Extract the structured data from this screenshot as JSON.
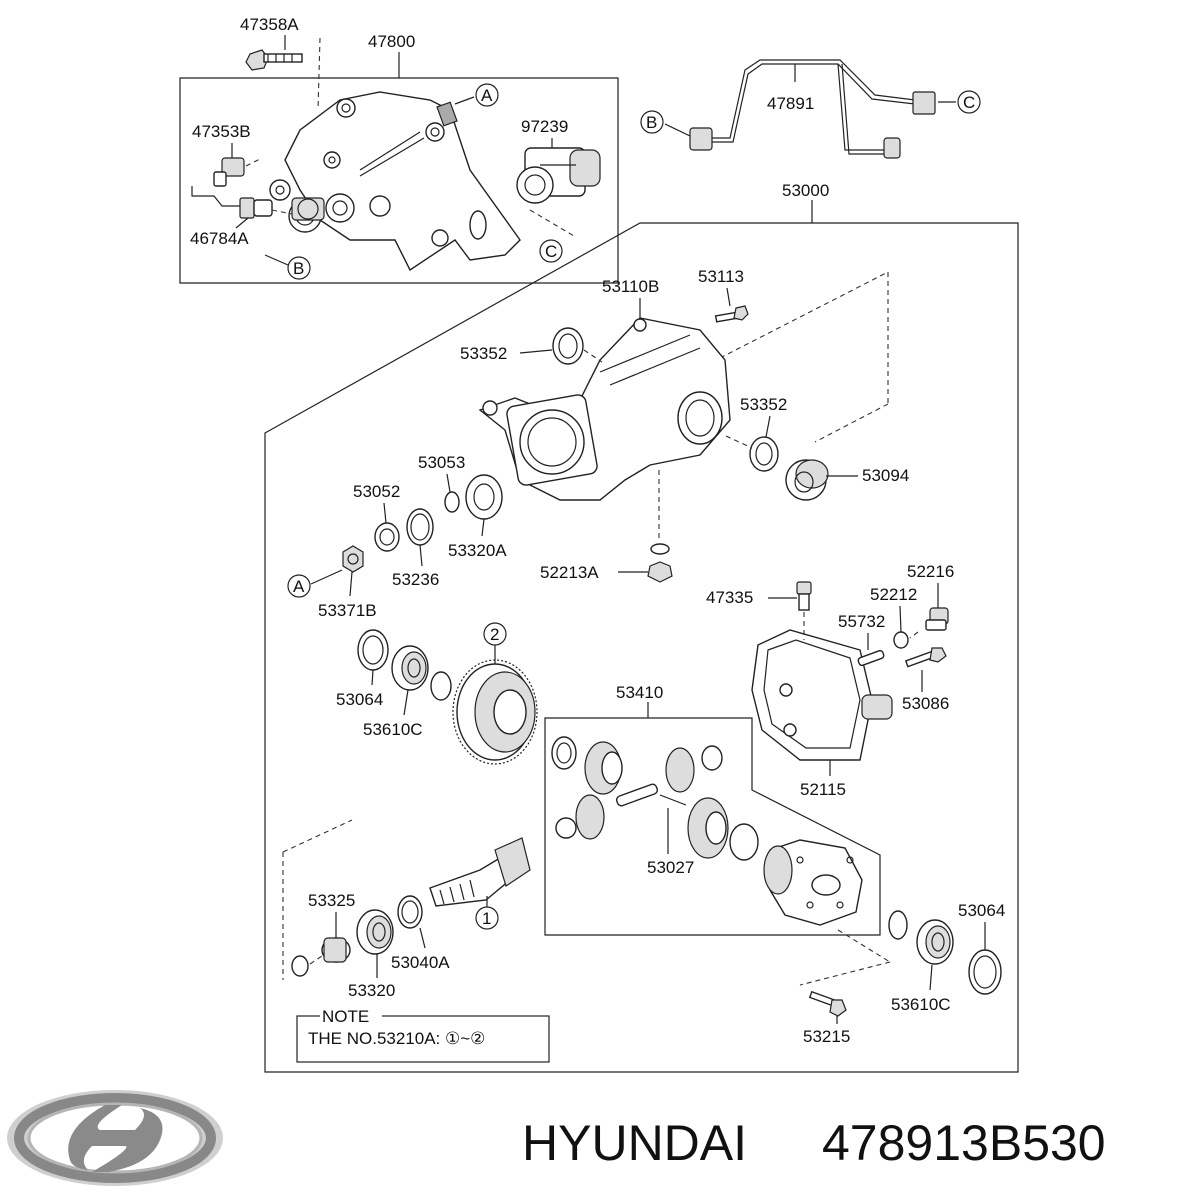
{
  "labels": {
    "p47358A": "47358A",
    "p47800": "47800",
    "p47353B": "47353B",
    "p97239": "97239",
    "p46784A": "46784A",
    "p47891": "47891",
    "p53000": "53000",
    "p53110B": "53110B",
    "p53113": "53113",
    "p53352a": "53352",
    "p53352b": "53352",
    "p53094": "53094",
    "p53053": "53053",
    "p53052": "53052",
    "p53320A": "53320A",
    "p53236": "53236",
    "p52213A": "52213A",
    "p53371B": "53371B",
    "p47335": "47335",
    "p52216": "52216",
    "p52212": "52212",
    "p55732": "55732",
    "p53086": "53086",
    "p53064a": "53064",
    "p53610Ca": "53610C",
    "p53410": "53410",
    "p52115": "52115",
    "p53027": "53027",
    "p53325": "53325",
    "p53040A": "53040A",
    "p53320": "53320",
    "p53064b": "53064",
    "p53610Cb": "53610C",
    "p53215": "53215"
  },
  "refs": {
    "A": "A",
    "B": "B",
    "C": "C",
    "one": "1",
    "two": "2"
  },
  "note": {
    "title": "NOTE",
    "text": "THE NO.53210A: ①~②"
  },
  "brand": {
    "name": "HYUNDAI",
    "part_number": "478913B530"
  }
}
